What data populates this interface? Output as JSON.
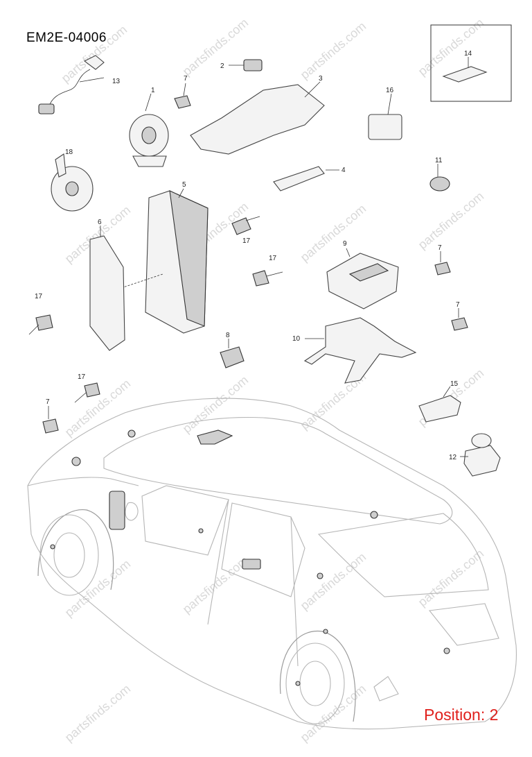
{
  "diagram": {
    "code": "EM2E-04006",
    "position_label": "Position: 2",
    "watermark": "partsfinds.com",
    "callouts": [
      {
        "id": "c1",
        "label": "1"
      },
      {
        "id": "c2",
        "label": "2"
      },
      {
        "id": "c3",
        "label": "3"
      },
      {
        "id": "c4",
        "label": "4"
      },
      {
        "id": "c5",
        "label": "5"
      },
      {
        "id": "c6",
        "label": "6"
      },
      {
        "id": "c7a",
        "label": "7"
      },
      {
        "id": "c7b",
        "label": "7"
      },
      {
        "id": "c7c",
        "label": "7"
      },
      {
        "id": "c7d",
        "label": "7"
      },
      {
        "id": "c8",
        "label": "8"
      },
      {
        "id": "c9",
        "label": "9"
      },
      {
        "id": "c10",
        "label": "10"
      },
      {
        "id": "c11",
        "label": "11"
      },
      {
        "id": "c12",
        "label": "12"
      },
      {
        "id": "c13",
        "label": "13"
      },
      {
        "id": "c14",
        "label": "14"
      },
      {
        "id": "c15",
        "label": "15"
      },
      {
        "id": "c16",
        "label": "16"
      },
      {
        "id": "c17a",
        "label": "17"
      },
      {
        "id": "c17b",
        "label": "17"
      },
      {
        "id": "c17c",
        "label": "17"
      },
      {
        "id": "c17d",
        "label": "17"
      },
      {
        "id": "c18",
        "label": "18"
      }
    ]
  }
}
